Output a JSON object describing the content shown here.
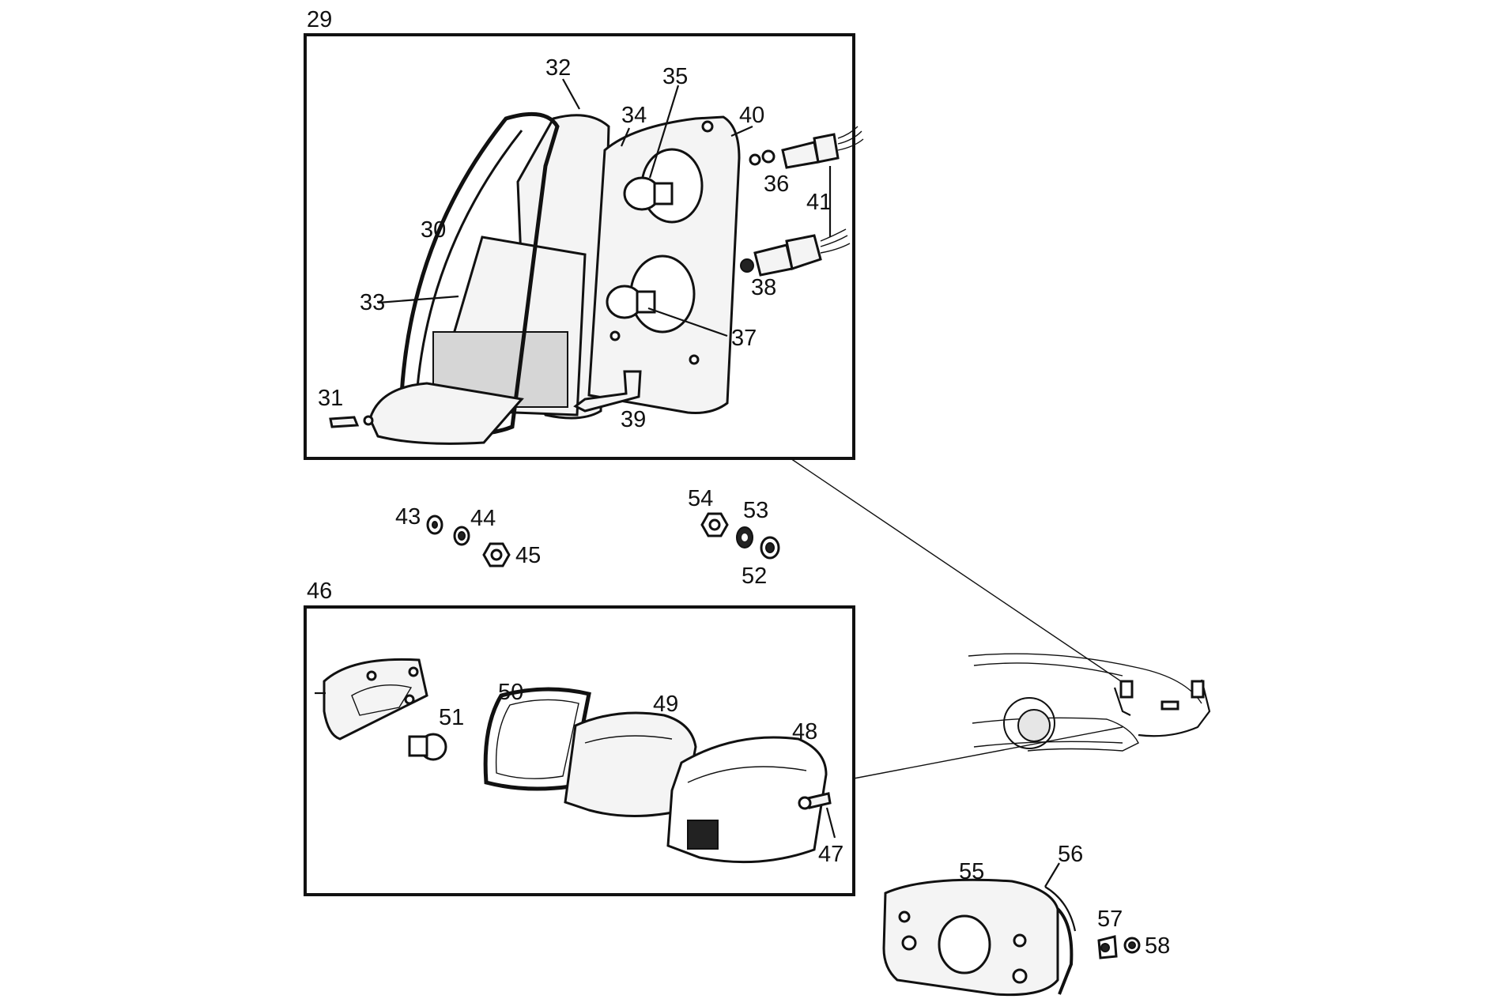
{
  "diagram": {
    "groups": [
      {
        "id": "29",
        "parts": [
          "30",
          "31",
          "32",
          "33",
          "34",
          "35",
          "36",
          "37",
          "38",
          "39",
          "40",
          "41"
        ]
      },
      {
        "id": "46",
        "parts": [
          "47",
          "48",
          "49",
          "50",
          "51"
        ]
      }
    ],
    "loose_parts": [
      "43",
      "44",
      "45",
      "52",
      "53",
      "54",
      "55",
      "56",
      "57",
      "58"
    ],
    "labels": [
      "29",
      "30",
      "31",
      "32",
      "33",
      "34",
      "35",
      "36",
      "37",
      "38",
      "39",
      "40",
      "41",
      "43",
      "44",
      "45",
      "46",
      "47",
      "48",
      "49",
      "50",
      "51",
      "52",
      "53",
      "54",
      "55",
      "56",
      "57",
      "58"
    ]
  }
}
